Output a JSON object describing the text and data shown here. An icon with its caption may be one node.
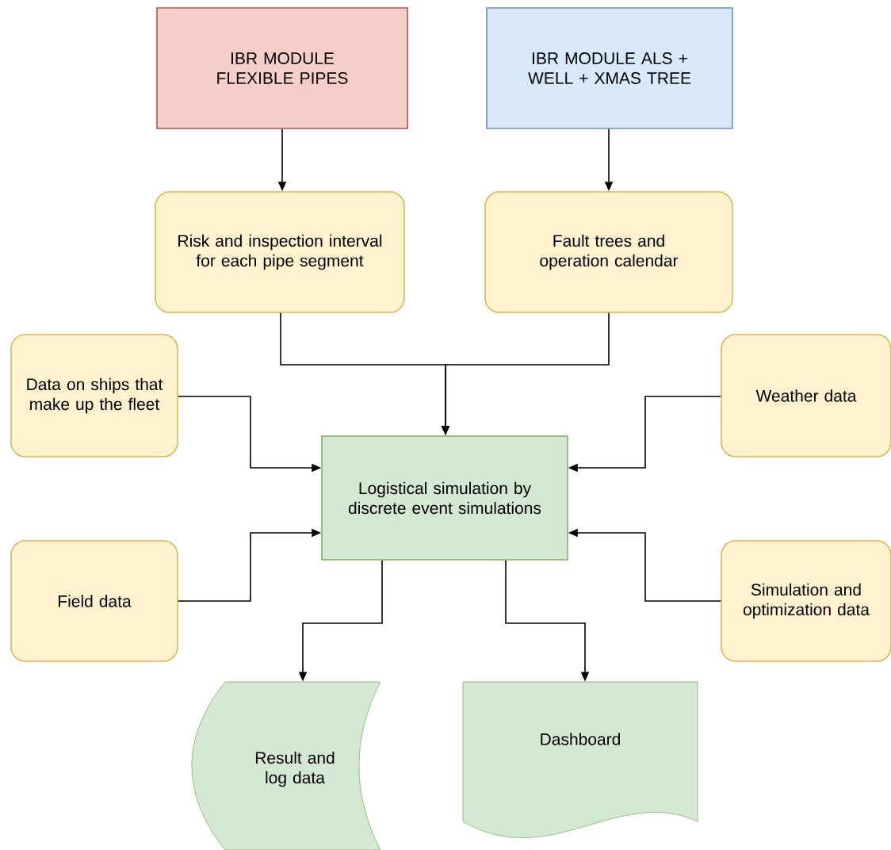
{
  "diagram": {
    "nodes": [
      {
        "text": [
          "IBR MODULE FLEXIBLE PIPES"
        ]
      },
      {
        "text": [
          "IBR MODULE ALS + WELL + XMAS TREE"
        ]
      },
      {
        "text": [
          "Risk and inspection interval for each pipe segment"
        ]
      },
      {
        "text": [
          "Fault trees and operation calendar"
        ]
      },
      {
        "text": [
          "Data on ships that make up the fleet"
        ]
      },
      {
        "text": [
          "Weather data"
        ]
      },
      {
        "text": [
          "Logistical simulation by discrete event simulations"
        ]
      },
      {
        "text": [
          "Field data"
        ]
      },
      {
        "text": [
          "Simulation and optimization data"
        ]
      },
      {
        "text": [
          "Result and log data"
        ]
      },
      {
        "text": [
          "Dashboard"
        ]
      }
    ],
    "edges": [
      {
        "from": 0,
        "to": 2,
        "arrow": "to"
      },
      {
        "from": 1,
        "to": 3,
        "arrow": "to"
      },
      {
        "from": 2,
        "to": 6,
        "arrow": "to"
      },
      {
        "from": 3,
        "to": 6,
        "arrow": "to"
      },
      {
        "from": 4,
        "to": 6,
        "arrow": "to"
      },
      {
        "from": 5,
        "to": 6,
        "arrow": "to"
      },
      {
        "from": 7,
        "to": 6,
        "arrow": "to"
      },
      {
        "from": 8,
        "to": 6,
        "arrow": "to"
      },
      {
        "from": 6,
        "to": 9,
        "arrow": "to"
      },
      {
        "from": 6,
        "to": 10,
        "arrow": "to"
      }
    ]
  }
}
